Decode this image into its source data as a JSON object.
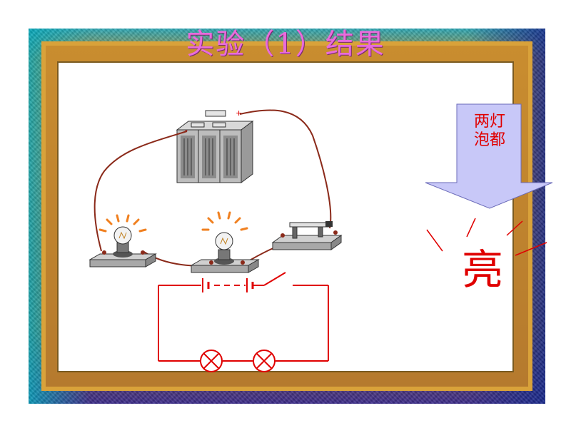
{
  "slide": {
    "title": "实验（1）结果"
  },
  "result": {
    "arrow_text": "两灯泡都",
    "big_text": "亮"
  },
  "labels": {
    "battery_minus": "-",
    "battery_plus": "+"
  },
  "colors": {
    "title": "#e86cdc",
    "wire_photo": "#8b2a1a",
    "schematic": "#e00000",
    "arrow_fill": "#c8c8f8",
    "text_red": "#e00000"
  },
  "icons": {
    "bulb": "light-bulb-icon",
    "battery": "battery-pack-icon",
    "switch": "knife-switch-icon",
    "lamp_symbol": "lamp-symbol-icon"
  }
}
